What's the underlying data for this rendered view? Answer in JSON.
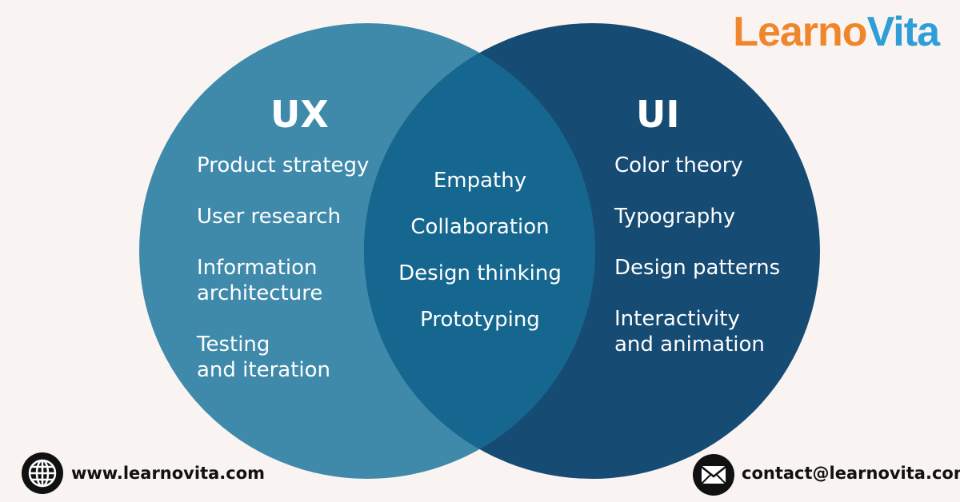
{
  "brand": {
    "logo_part1": "Learno",
    "logo_part2": "Vita"
  },
  "colors": {
    "ux_circle": "#3f8aab",
    "ui_circle": "#164b73",
    "overlap": "#16678f",
    "background": "#f9f4f2"
  },
  "ux": {
    "title": "UX",
    "items": [
      "Product strategy",
      "User research",
      "Information\narchitecture",
      "Testing\nand iteration"
    ]
  },
  "ui": {
    "title": "UI",
    "items": [
      "Color theory",
      "Typography",
      "Design patterns",
      "Interactivity\nand animation"
    ]
  },
  "shared": {
    "items": [
      "Empathy",
      "Collaboration",
      "Design thinking",
      "Prototyping"
    ]
  },
  "footer": {
    "website": "www.learnovita.com",
    "email": "contact@learnovita.com",
    "website_icon": "globe-icon",
    "email_icon": "envelope-icon"
  }
}
